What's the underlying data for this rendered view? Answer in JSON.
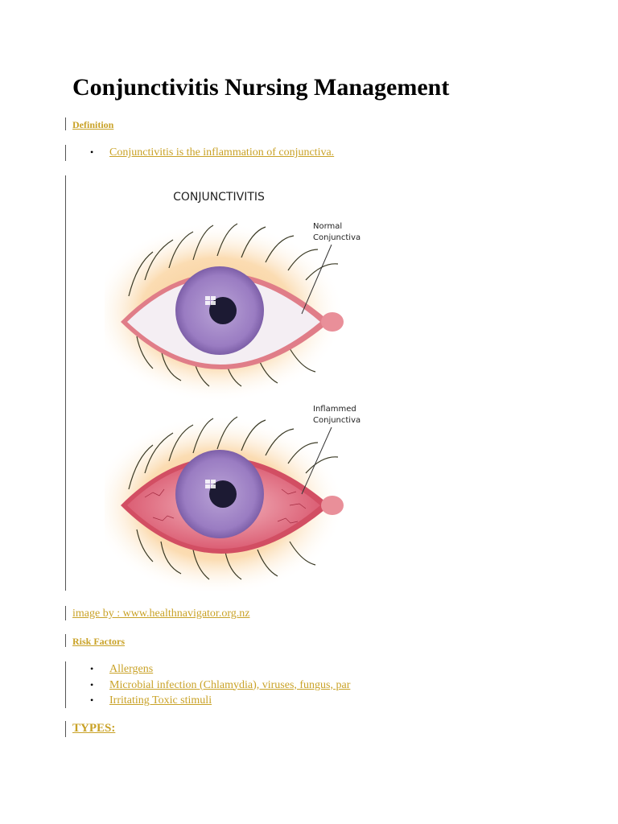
{
  "page": {
    "title": "Conjunctivitis Nursing Management"
  },
  "sections": {
    "definition": {
      "heading": "Definition",
      "items": [
        "Conjunctivitis is the inflammation of conjunctiva."
      ]
    },
    "figure": {
      "title": "CONJUNCTIVITIS",
      "label_normal_1": "Normal",
      "label_normal_2": "Conjunctiva",
      "label_inflamed_1": "Inflammed",
      "label_inflamed_2": "Conjunctiva"
    },
    "image_credit": "image by : www.healthnavigator.org.nz",
    "risk_factors": {
      "heading": "Risk Factors",
      "items": [
        "Allergens",
        "Microbial infection (Chlamydia), viruses, fungus, par",
        "Irritating Toxic stimuli"
      ]
    },
    "types": {
      "heading": "TYPES:"
    }
  },
  "colors": {
    "link": "#c9a227",
    "text": "#000000",
    "rule": "#555555"
  },
  "icons": {
    "bullet": "•"
  }
}
